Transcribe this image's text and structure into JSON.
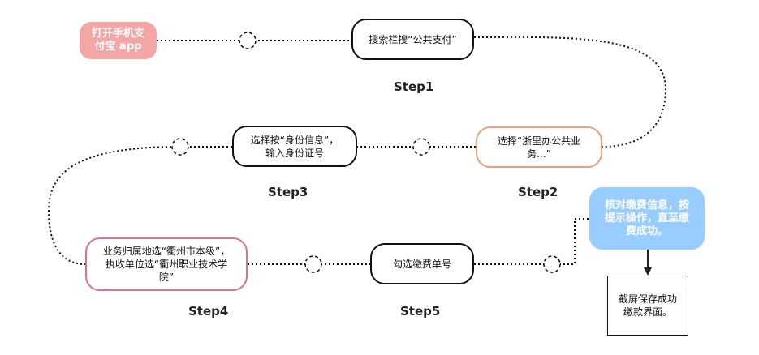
{
  "nodes": {
    "start": {
      "text": "打开手机支\n付宝 app",
      "fill": "#f4a6a6"
    },
    "search": {
      "text": "搜索栏搜“公共支付”"
    },
    "zheliban": {
      "text": "选择“浙里办公共业\n务...”",
      "stroke": "#e8a27d"
    },
    "identity": {
      "text": "选择按“身份信息”，\n输入身份证号"
    },
    "location": {
      "text": "业务归属地选“衢州市本级”，\n执收单位选“衢州职业技术学\n院”",
      "stroke": "#d9709a"
    },
    "select_bill": {
      "text": "勾选缴费单号"
    },
    "verify": {
      "text": "核对缴费信息，按\n提示操作，直至缴\n费成功。",
      "fill": "#99ccff"
    },
    "screenshot": {
      "text": "截屏保存成功\n缴款界面。"
    }
  },
  "steps": {
    "step1": "Step1",
    "step2": "Step2",
    "step3": "Step3",
    "step4": "Step4",
    "step5": "Step5"
  }
}
